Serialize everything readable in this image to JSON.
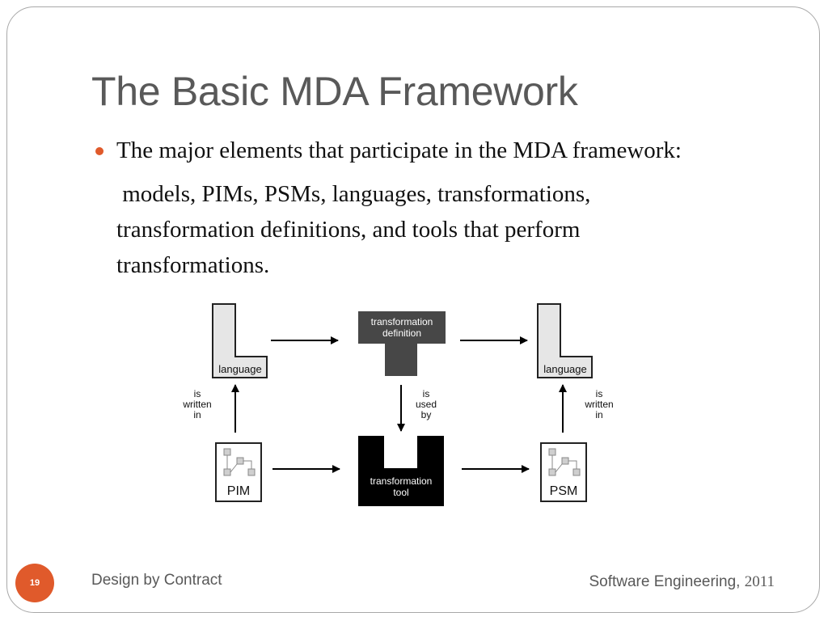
{
  "slide": {
    "title": "The Basic MDA Framework",
    "bullet_line1": "The major elements that participate in the MDA framework:",
    "bullet_line2": " models, PIMs, PSMs, languages, transformations,",
    "bullet_line3": "transformation definitions, and tools that perform",
    "bullet_line4": "transformations.",
    "accent_color": "#e05a2b"
  },
  "diagram": {
    "language_left": "language",
    "language_right": "language",
    "transformation_definition_line1": "transformation",
    "transformation_definition_line2": "definition",
    "transformation_tool_line1": "transformation",
    "transformation_tool_line2": "tool",
    "pim": "PIM",
    "psm": "PSM",
    "is_written_in_left": [
      "is",
      "written",
      "in"
    ],
    "is_used_by": [
      "is",
      "used",
      "by"
    ],
    "is_written_in_right": [
      "is",
      "written",
      "in"
    ]
  },
  "footer": {
    "page_number": "19",
    "left_text": "Design by Contract",
    "right_text": "Software Engineering,",
    "year": "2011"
  }
}
